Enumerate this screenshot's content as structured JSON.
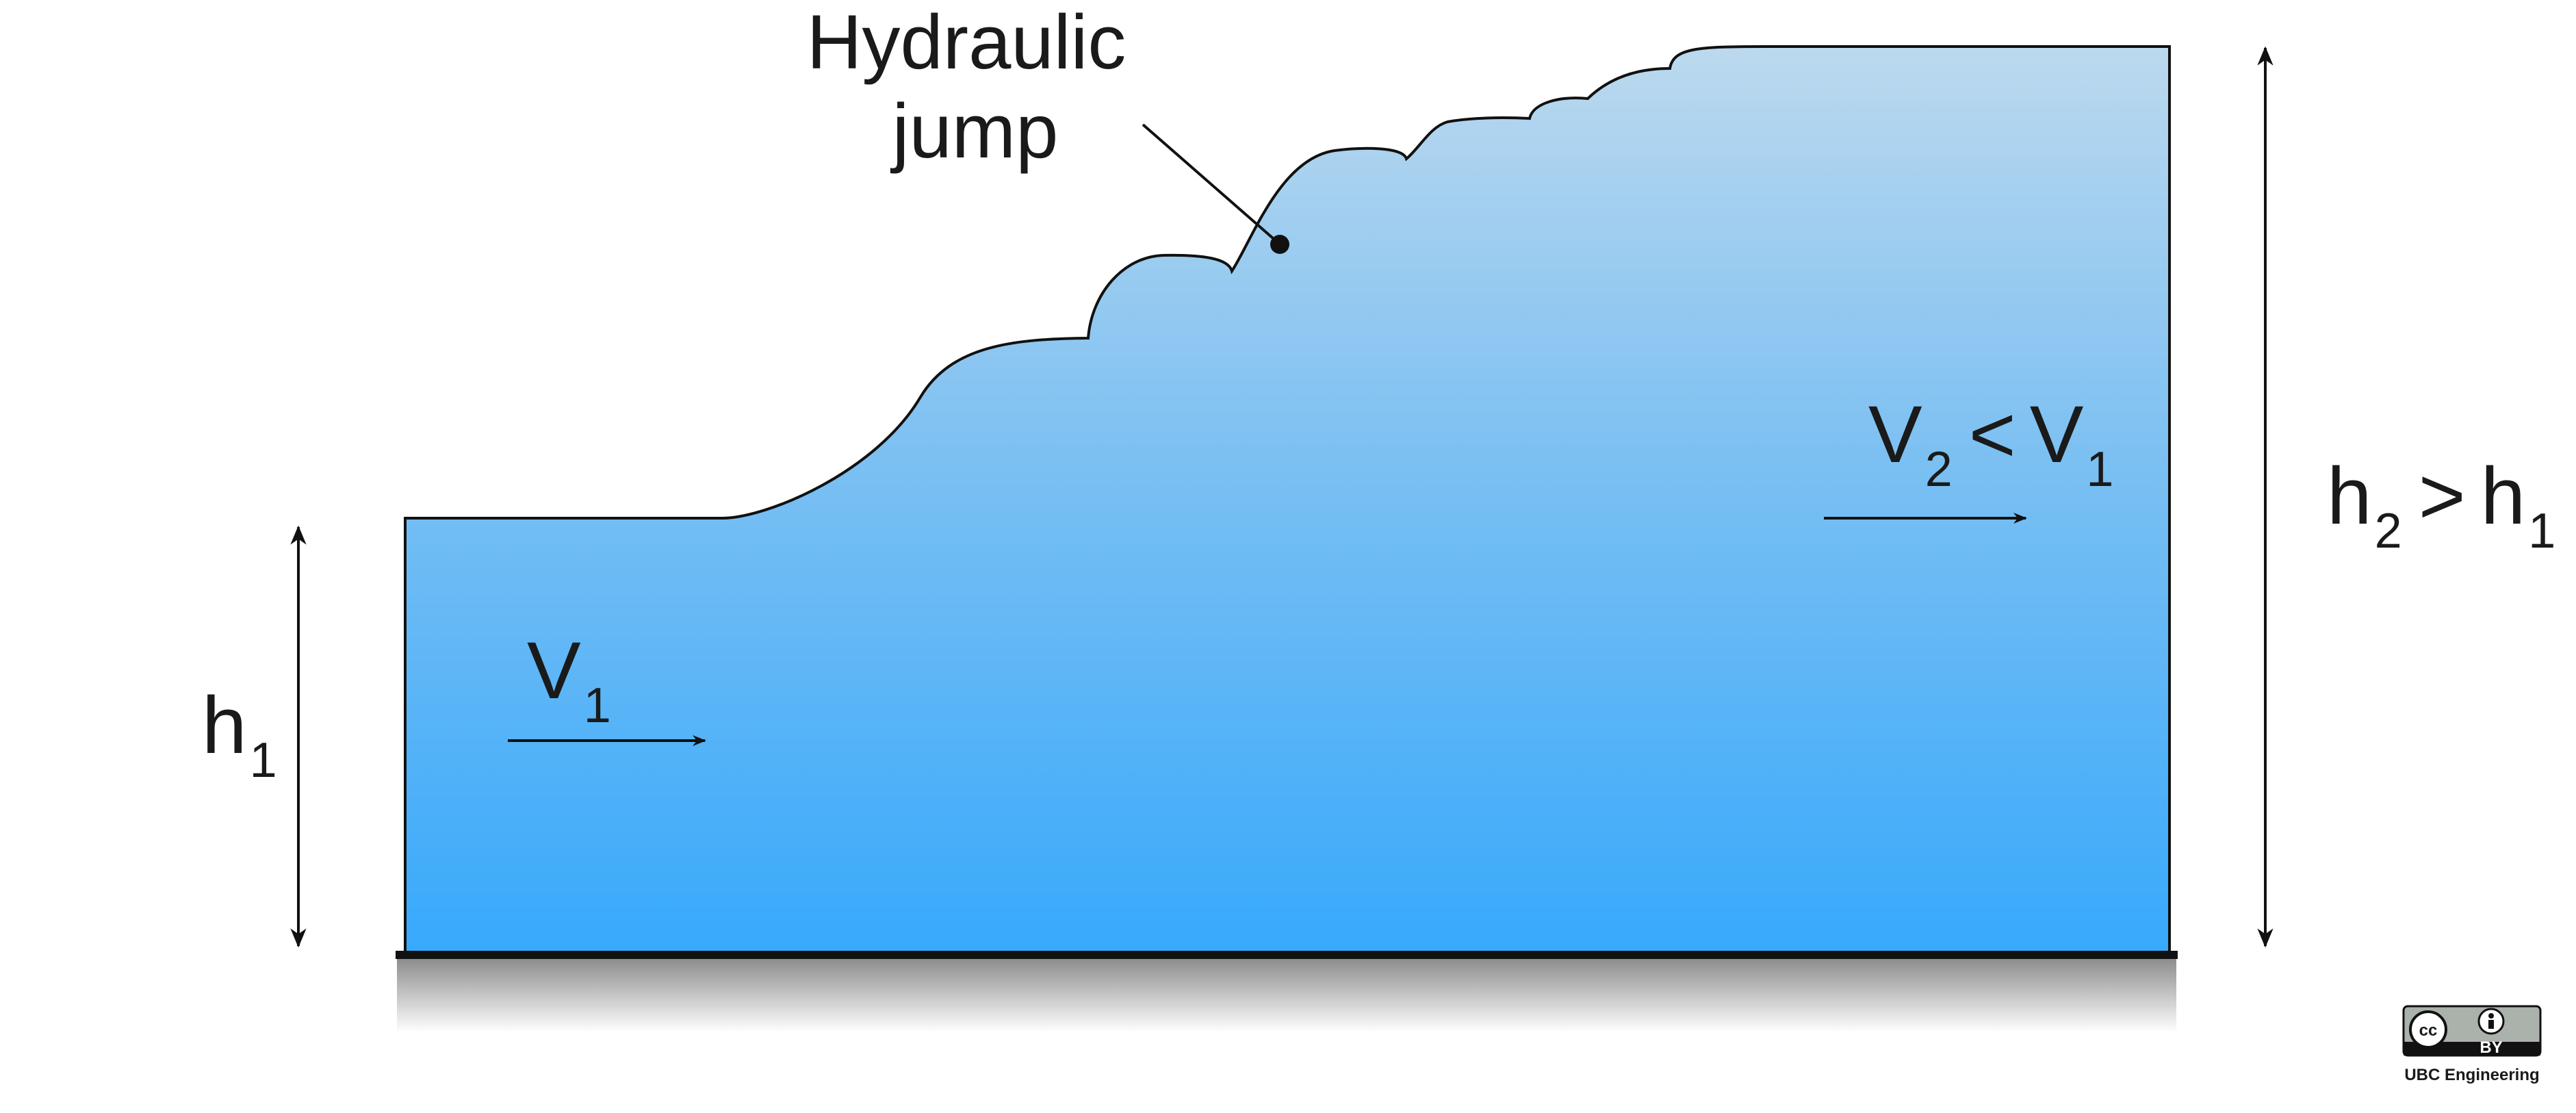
{
  "annotation": {
    "line1": "Hydraulic",
    "line2": "jump"
  },
  "upstream": {
    "velocity_label": "V",
    "velocity_sub": "1",
    "depth_label": "h",
    "depth_sub": "1"
  },
  "downstream": {
    "velocity_label": "V",
    "velocity_sub": "2",
    "comparison": "<",
    "compare_label": "V",
    "compare_sub": "1",
    "depth_label": "h",
    "depth_sub": "2",
    "depth_comparison": ">",
    "depth_compare_label": "h",
    "depth_compare_sub": "1"
  },
  "license": {
    "cc_text": "cc",
    "by_text": "BY",
    "credit": "UBC Engineering"
  },
  "colors": {
    "water_top": "#bcd9ee",
    "water_mid": "#7cc0f2",
    "water_bottom": "#37a9fc",
    "ink": "#111111"
  }
}
